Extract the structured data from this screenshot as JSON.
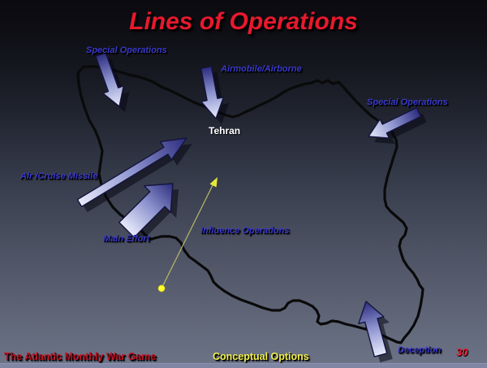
{
  "title": "Lines of Operations",
  "labels": {
    "special_ops_left": "Special Operations",
    "airmobile": "Airmobile/Airborne",
    "special_ops_right": "Special Operations",
    "air_cruise_missile": "Air /Cruise Missile",
    "main_effort": "Main Effort",
    "influence_ops": "Influence Operations",
    "deception": "Deception",
    "tehran": "Tehran"
  },
  "footer": {
    "left": "The Atlantic Monthly War Game",
    "center": "Conceptual Options",
    "page_number": "30"
  },
  "icons": {
    "map": "iran-outline-map",
    "arrows": "operation-arrow",
    "influence_marker": "influence-line-with-dot-and-arrowhead"
  },
  "colors": {
    "title_red": "#e8192d",
    "label_blue": "#3a3ac9",
    "footer_red": "#c01425",
    "footer_yellow": "#f0ef4a",
    "tehran_white": "#ffffff",
    "arrow_dark": "#2c2c7e",
    "arrow_mid": "#8d94cf",
    "arrow_light": "#e8ebfb",
    "arrow_outline": "#14143c",
    "influence_yellow": "#e8e83a",
    "influence_line": "#b9b96a",
    "map_outline": "#0a0a0a"
  }
}
